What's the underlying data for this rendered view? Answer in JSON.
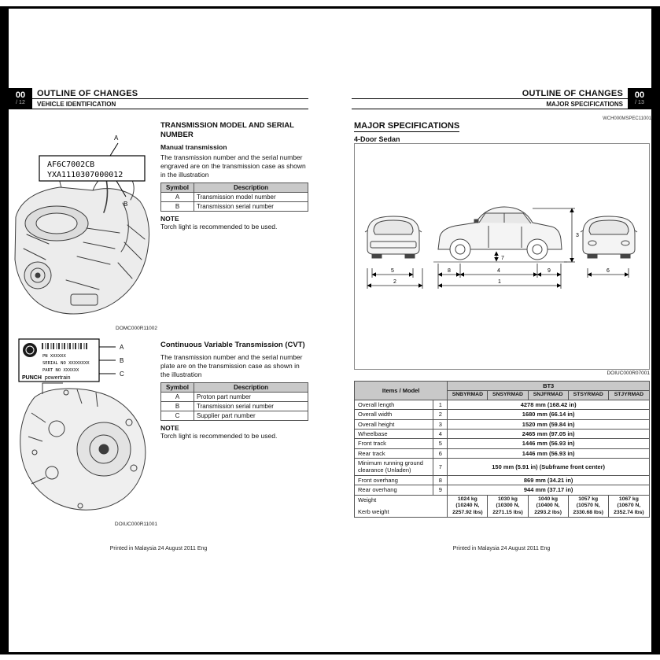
{
  "colors": {
    "table_header_bg": "#c9c9c9",
    "frame_black": "#000000"
  },
  "page_left": {
    "header": {
      "chapter": "00",
      "page_no": "/ 12",
      "title": "OUTLINE OF CHANGES",
      "subtitle": "VEHICLE IDENTIFICATION"
    },
    "figure_top": {
      "code_line1": "AF6C7002CB",
      "code_line2": "YXA1110307000012",
      "markers": [
        "A",
        "B"
      ],
      "caption": "DOMC000R11002"
    },
    "section_mt": {
      "title": "TRANSMISSION MODEL AND SERIAL NUMBER",
      "subtitle": "Manual transmission",
      "body": "The transmission number and the serial number engraved are on the transmission case as shown in the illustration",
      "table": {
        "headers": [
          "Symbol",
          "Description"
        ],
        "rows": [
          [
            "A",
            "Transmission model number"
          ],
          [
            "B",
            "Transmission serial number"
          ]
        ]
      },
      "note_title": "NOTE",
      "note_body": "Torch light is recommended to be used."
    },
    "figure_bottom": {
      "plate": {
        "line1": "PN XXXXXX",
        "line2": "SERIAL NO XXXXXXXX",
        "line3": "PART NO XXXXXX"
      },
      "brand_word1": "PUNCH",
      "brand_word2": "powertrain",
      "markers": [
        "A",
        "B",
        "C"
      ],
      "caption": "DOIUC000R11001"
    },
    "section_cvt": {
      "title": "Continuous Variable Transmission (CVT)",
      "body": "The transmission number and the serial number plate are on the transmission case as shown in the illustration",
      "table": {
        "headers": [
          "Symbol",
          "Description"
        ],
        "rows": [
          [
            "A",
            "Proton part number"
          ],
          [
            "B",
            "Transmission serial number"
          ],
          [
            "C",
            "Supplier part number"
          ]
        ]
      },
      "note_title": "NOTE",
      "note_body": "Torch light is recommended to be used."
    },
    "footer": "Printed in Malaysia 24 August 2011 Eng"
  },
  "page_right": {
    "header": {
      "chapter": "00",
      "page_no": "/ 13",
      "title": "OUTLINE OF CHANGES",
      "subtitle": "MAJOR SPECIFICATIONS"
    },
    "doc_code": "WCH000MSPEC11001",
    "section_title": "MAJOR SPECIFICATIONS",
    "section_subtitle": "4-Door Sedan",
    "figure": {
      "caption": "DOIUC000R07001",
      "dims": {
        "d1": "1",
        "d2": "2",
        "d3": "3",
        "d4": "4",
        "d5": "5",
        "d6": "6",
        "d7": "7",
        "d8": "8",
        "d9": "9"
      }
    },
    "spec_table": {
      "items_header": "Items / Model",
      "group_header": "BT3",
      "model_columns": [
        "SNBYRMAD",
        "SNSYRMAD",
        "SNJFRMAD",
        "STSYRMAD",
        "STJYRMAD"
      ],
      "rows": [
        {
          "item": "Overall length",
          "num": "1",
          "value": "4278 mm (168.42 in)"
        },
        {
          "item": "Overall width",
          "num": "2",
          "value": "1680 mm (66.14 in)"
        },
        {
          "item": "Overall height",
          "num": "3",
          "value": "1520 mm (59.84 in)"
        },
        {
          "item": "Wheelbase",
          "num": "4",
          "value": "2465 mm (97.05 in)"
        },
        {
          "item": "Front track",
          "num": "5",
          "value": "1446 mm (56.93 in)"
        },
        {
          "item": "Rear track",
          "num": "6",
          "value": "1446 mm (56.93 in)"
        },
        {
          "item": "Minimum running ground clearance (Unladen)",
          "num": "7",
          "value": "150 mm (5.91 in) (Subframe front center)"
        },
        {
          "item": "Front overhang",
          "num": "8",
          "value": "869 mm (34.21 in)"
        },
        {
          "item": "Rear overhang",
          "num": "9",
          "value": "944 mm (37.17 in)"
        }
      ],
      "weight_label": "Weight",
      "weight_sub_label": "Kerb weight",
      "weight_values": [
        "1024 kg (10240 N, 2257.92 lbs)",
        "1030 kg (10300 N, 2271.15 lbs)",
        "1040 kg (10400 N, 2293.2 lbs)",
        "1057 kg (10570 N, 2330.68 lbs)",
        "1067 kg (10670 N, 2352.74 lbs)"
      ]
    },
    "footer": "Printed in Malaysia 24 August 2011 Eng"
  }
}
